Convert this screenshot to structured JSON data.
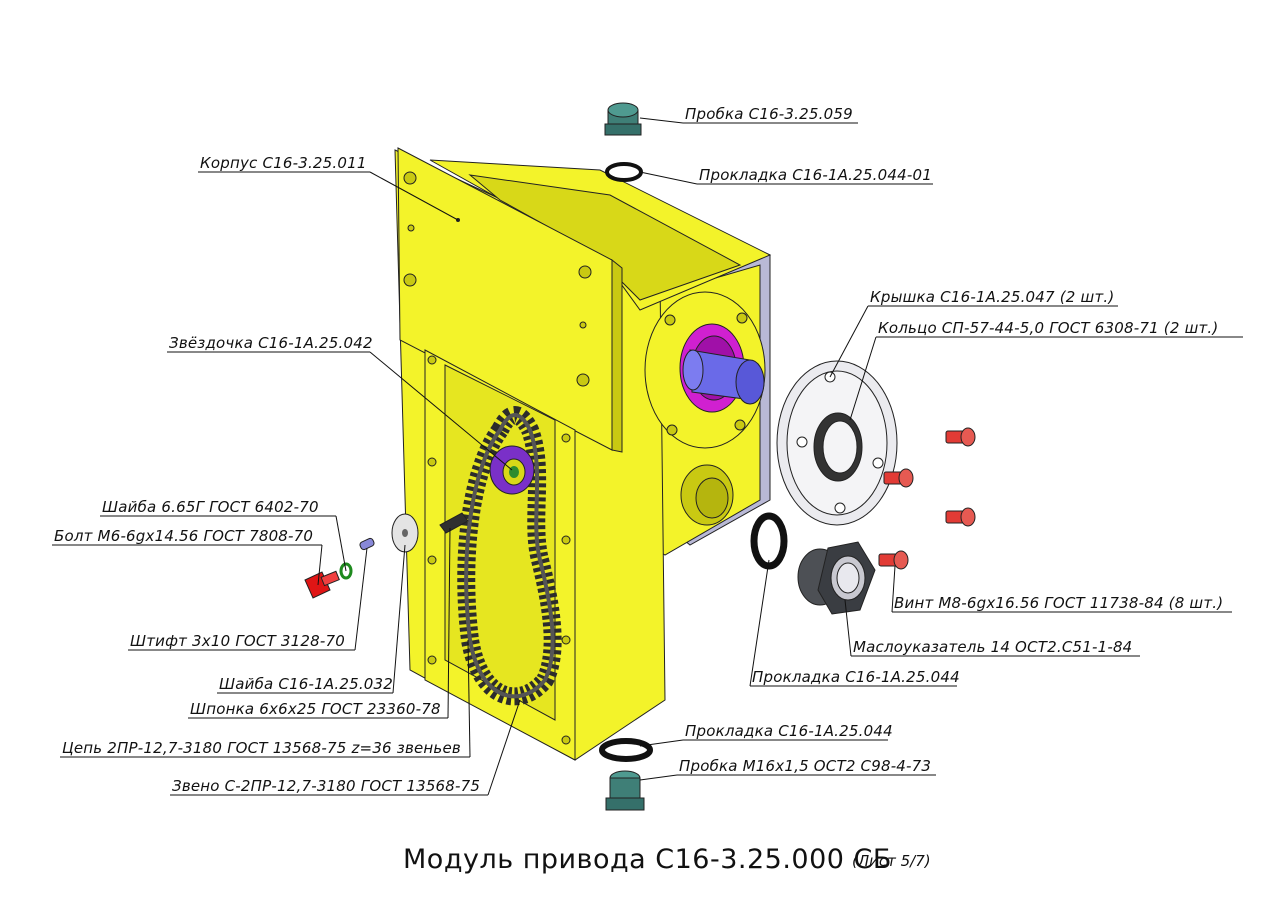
{
  "labels": {
    "probka_top": "Пробка С16-3.25.059",
    "prokladka_top": "Прокладка С16-1А.25.044-01",
    "korpus": "Корпус С16-3.25.011",
    "kryshka": "Крышка С16-1А.25.047 (2 шт.)",
    "koltso": "Кольцо СП-57-44-5,0 ГОСТ 6308-71 (2 шт.)",
    "zvezdochka": "Звёздочка С16-1А.25.042",
    "shaiba_gost": "Шайба 6.65Г ГОСТ 6402-70",
    "bolt": "Болт М6-6gх14.56 ГОСТ 7808-70",
    "vint": "Винт М8-6gх16.56 ГОСТ 11738-84 (8 шт.)",
    "shtift": "Штифт 3х10 ГОСТ 3128-70",
    "masloukazatel": "Маслоуказатель 14 ОСТ2.С51-1-84",
    "prokladka_mid": "Прокладка С16-1А.25.044",
    "shaiba_c16": "Шайба С16-1А.25.032",
    "shponka": "Шпонка 6х6х25 ГОСТ 23360-78",
    "prokladka_bottom": "Прокладка С16-1А.25.044",
    "tsep": "Цепь 2ПР-12,7-3180 ГОСТ 13568-75 z=36 звеньев",
    "probka_bottom": "Пробка М16х1,5 ОСТ2 С98-4-73",
    "zveno": "Звено С-2ПР-12,7-3180 ГОСТ 13568-75"
  },
  "title": {
    "main": "Модуль привода С16-3.25.000 СБ",
    "sheet": "(Лист 5/7)"
  },
  "colors": {
    "housing": "#f3f32a",
    "housing_dark": "#d8d818",
    "housing_shadow": "#c9c912",
    "plate": "#b9b9d6",
    "cover": "#ebebef",
    "plug": "#3f7f77",
    "screw": "#e23b35",
    "bolt": "#e01515",
    "seal": "#d020d0",
    "shaft": "#6a6ae8",
    "chain": "#2c2c2c",
    "sprocket": "#7a30c8",
    "gauge": "#4d5055"
  }
}
